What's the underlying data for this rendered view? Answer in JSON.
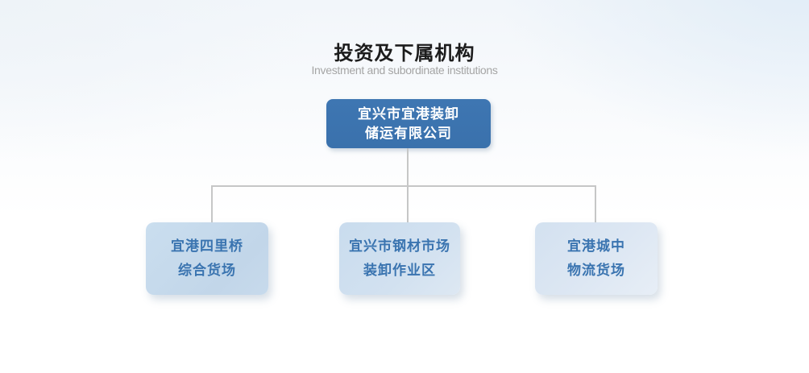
{
  "page": {
    "title": "投资及下属机构",
    "subtitle": "Investment and subordinate institutions"
  },
  "org_chart": {
    "root": {
      "name": "宜兴市宜港装卸储运有限公司",
      "line1": "宜兴市宜港装卸",
      "line2": "储运有限公司"
    },
    "children": [
      {
        "name": "宜港四里桥综合货场",
        "line1": "宜港四里桥",
        "line2": "综合货场"
      },
      {
        "name": "宜兴市钢材市场装卸作业区",
        "line1": "宜兴市钢材市场",
        "line2": "装卸作业区"
      },
      {
        "name": "宜港城中物流货场",
        "line1": "宜港城中",
        "line2": "物流货场"
      }
    ]
  },
  "colors": {
    "root_box_bg": "#3b73ae",
    "root_box_text": "#ffffff",
    "child_box_text": "#3a74b0",
    "child_box_bg": "#c9dcee",
    "connector": "#c6c7c7",
    "title_text": "#1c1c1c",
    "subtitle_text": "#a5a5a5"
  }
}
